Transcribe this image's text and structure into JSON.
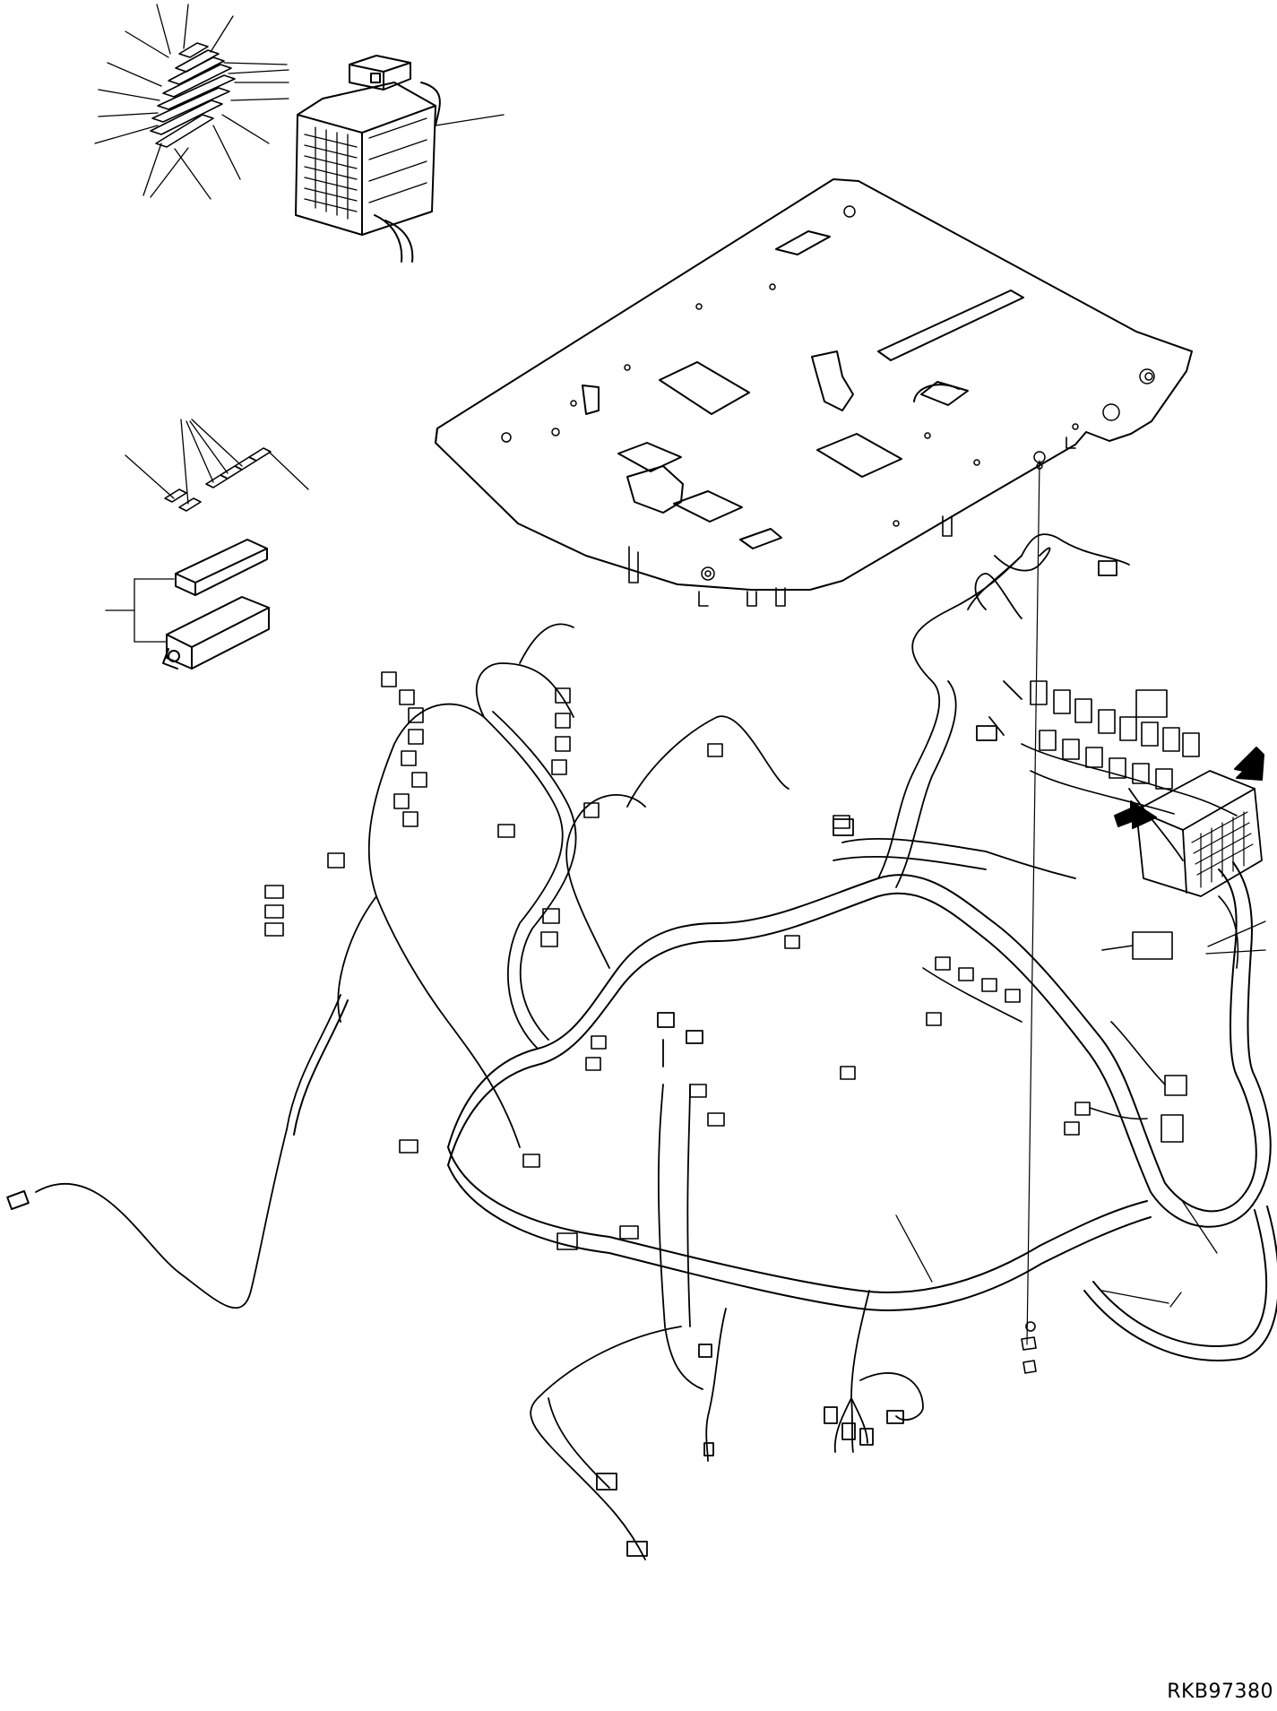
{
  "drawing": {
    "id_label": "RKB97380",
    "line_color": "#000000",
    "background": "#ffffff"
  },
  "callouts": {
    "arrow_count": 2,
    "leader_line_style": "thin solid"
  },
  "parts": [
    {
      "name": "fuse-terminal-cluster"
    },
    {
      "name": "fuse-box-assembly"
    },
    {
      "name": "floor-plate"
    },
    {
      "name": "small-terminals"
    },
    {
      "name": "connector-cover-pair"
    },
    {
      "name": "main-wiring-harness"
    },
    {
      "name": "mounting-bolt"
    }
  ]
}
